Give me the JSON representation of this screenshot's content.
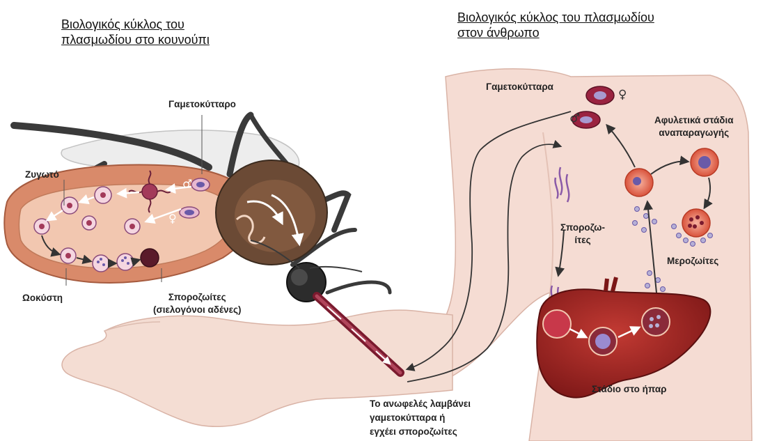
{
  "titles": {
    "mosquito_cycle": [
      "Βιολογικός κύκλος του",
      "πλασμωδίου στο κουνούπι"
    ],
    "human_cycle": [
      "Βιολογικός κύκλος του πλασμωδίου",
      "στον άνθρωπο"
    ]
  },
  "labels": {
    "gametocyte_mosquito": "Γαμετοκύτταρο",
    "zygote": "Ζυγωτό",
    "oocyst": "Ωοκύστη",
    "sporozoites_glands": [
      "Σποροζωίτες",
      "(σιελογόνοι αδένες)"
    ],
    "gametocytes_human": "Γαμετοκύτταρα",
    "asexual_stages": [
      "Αφυλετικά στάδια",
      "αναπαραγωγής"
    ],
    "sporozoites_human": [
      "Σποροζω-",
      "ίτες"
    ],
    "merozoites": "Μεροζωίτες",
    "liver_stage": "Στάδιο στο ήπαρ",
    "anopheles_note": [
      "Το ανωφελές λαμβάνει",
      "γαμετοκύτταρα ή",
      "εγχέει σποροζωίτες"
    ]
  },
  "symbols": {
    "male": "♂",
    "female": "♀"
  },
  "colors": {
    "skin": "#f5dcd3",
    "skin_edge": "#d9b3a6",
    "gut_outer": "#d98a6a",
    "gut_inner": "#f2c7b0",
    "mosquito_body": "#3a3a3a",
    "mosquito_thorax": "#6b4a35",
    "liver": "#a3272a",
    "rbc": "#e8705a",
    "parasite": "#6a5aa8"
  }
}
